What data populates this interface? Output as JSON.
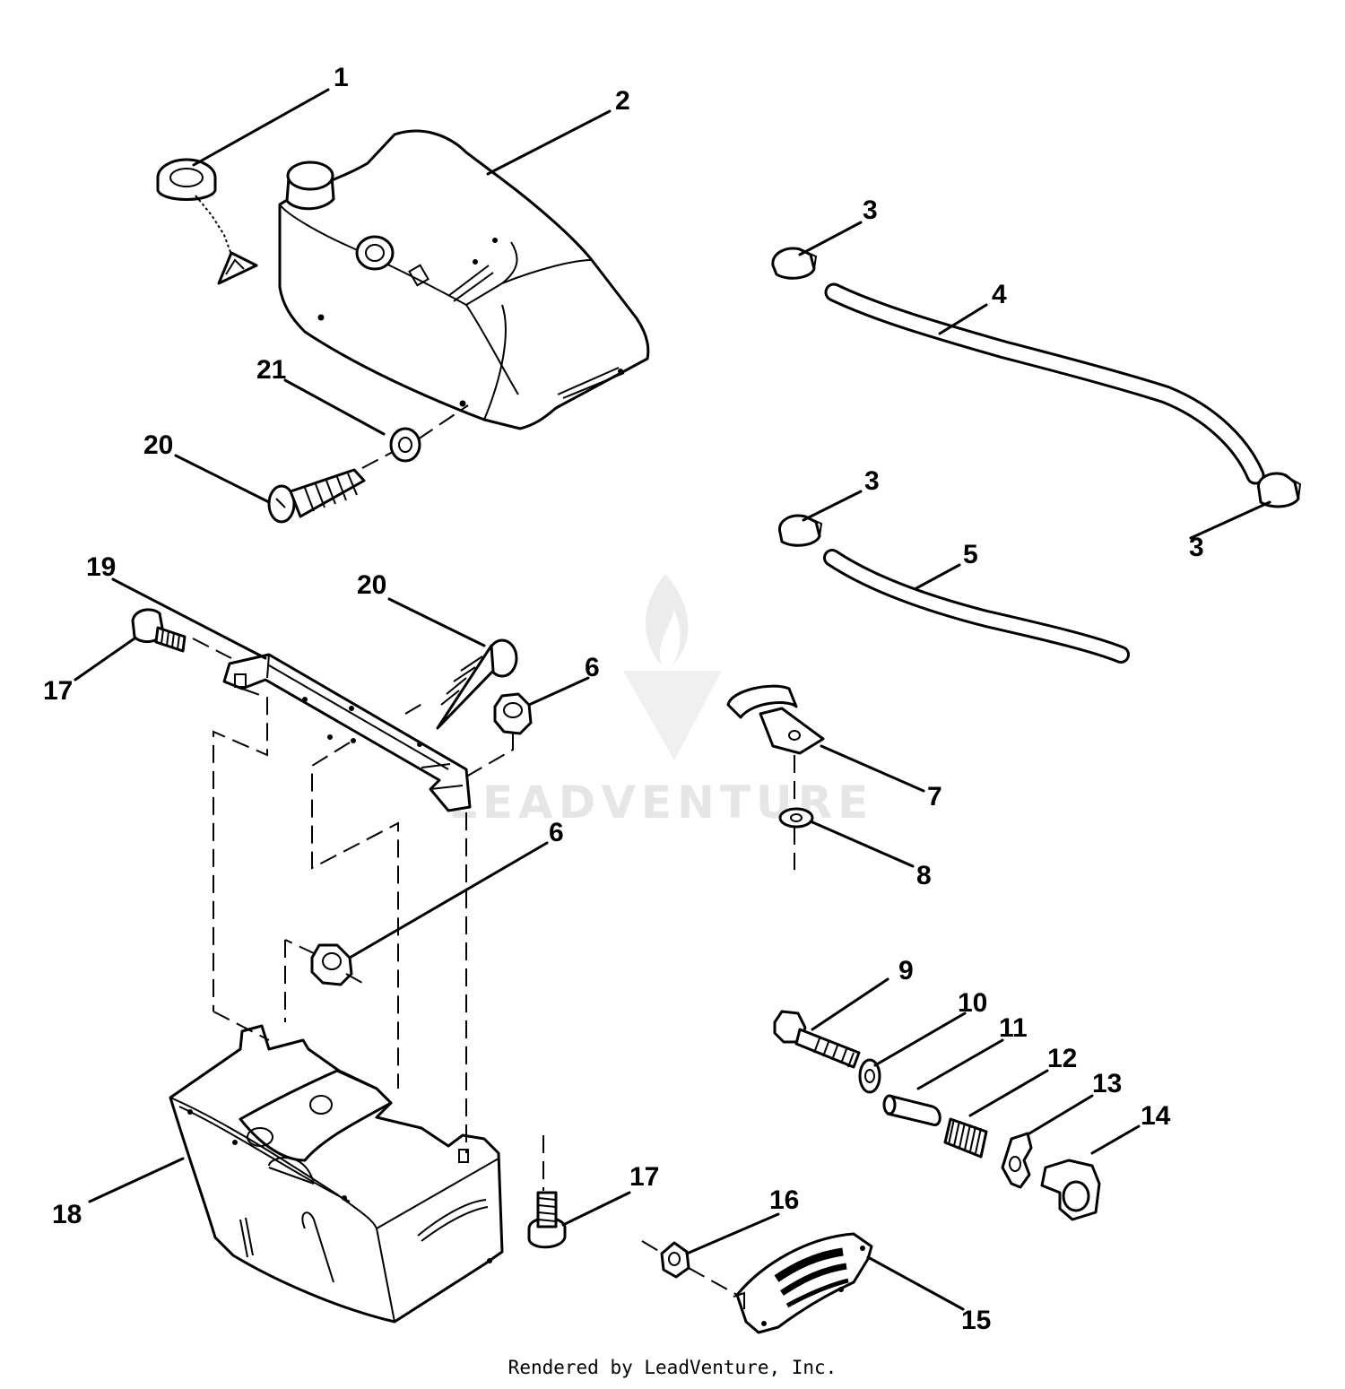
{
  "diagram": {
    "callouts": [
      "1",
      "2",
      "3",
      "3",
      "3",
      "4",
      "5",
      "6",
      "6",
      "7",
      "8",
      "9",
      "10",
      "11",
      "12",
      "13",
      "14",
      "15",
      "16",
      "17",
      "17",
      "18",
      "19",
      "20",
      "20",
      "21"
    ],
    "watermark": "LEADVENTURE"
  },
  "footer": {
    "credit": "Rendered by LeadVenture, Inc."
  },
  "colors": {
    "line": "#000000",
    "background": "#ffffff",
    "watermark": "#e6e6e6"
  }
}
